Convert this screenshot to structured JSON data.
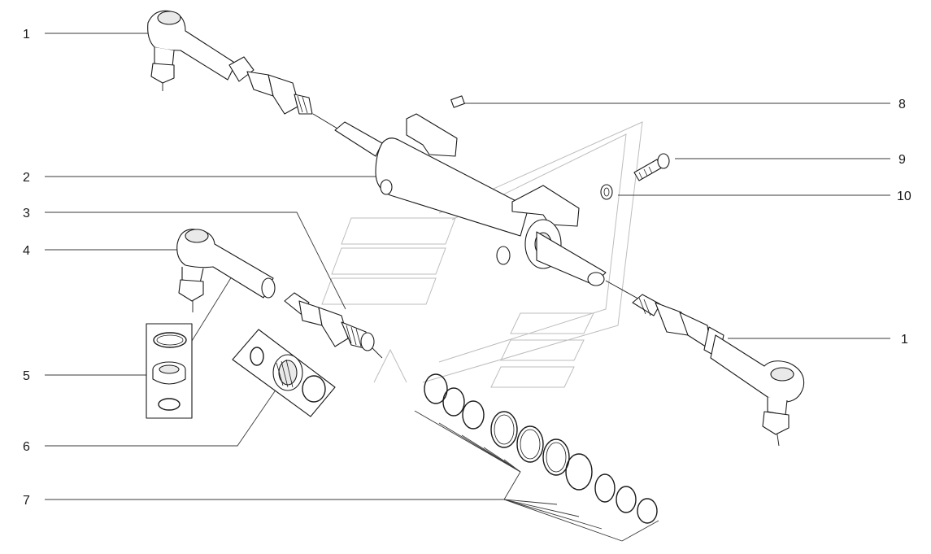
{
  "callouts": [
    {
      "id": "c1a",
      "number": "1"
    },
    {
      "id": "c2",
      "number": "2"
    },
    {
      "id": "c3",
      "number": "3"
    },
    {
      "id": "c4",
      "number": "4"
    },
    {
      "id": "c5",
      "number": "5"
    },
    {
      "id": "c6",
      "number": "6"
    },
    {
      "id": "c7",
      "number": "7"
    },
    {
      "id": "c8",
      "number": "8"
    },
    {
      "id": "c9",
      "number": "9"
    },
    {
      "id": "c10",
      "number": "10"
    },
    {
      "id": "c1b",
      "number": "1"
    }
  ]
}
